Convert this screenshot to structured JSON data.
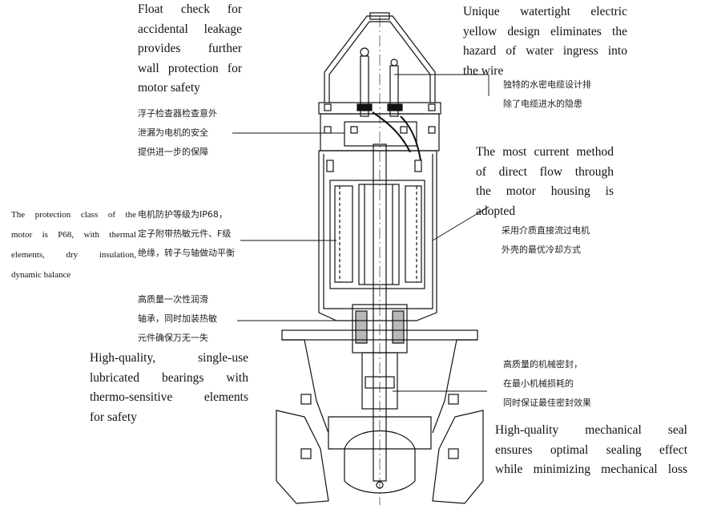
{
  "annotations": {
    "float_check": {
      "en": [
        "Float check for",
        "accidental leakage",
        "provides further",
        "wall protection for",
        "motor safety"
      ],
      "zh": [
        "浮子检查器检查意外",
        "泄漏为电机的安全",
        "提供进一步的保障"
      ]
    },
    "watertight_cable": {
      "en": [
        "Unique watertight electric",
        "yellow design eliminates the",
        "hazard of water ingress into",
        "the wire"
      ],
      "zh": [
        "独特的水密电缆设计排",
        "除了电缆进水的隐患"
      ]
    },
    "protection_class": {
      "en": [
        "The protection class of the",
        "motor is P68, with thermal",
        "elements, dry insulation,",
        "dynamic balance"
      ],
      "zh": [
        "电机防护等级为IP68，",
        "定子附带热敏元件、F级",
        "绝缘，转子与轴做动平衡"
      ]
    },
    "direct_flow": {
      "en": [
        "The most current method",
        "of direct flow through",
        "the motor housing is",
        "adopted"
      ],
      "zh": [
        "采用介质直接流过电机",
        "外壳的最优冷却方式"
      ]
    },
    "bearings": {
      "en": [
        "High-quality, single-use",
        "lubricated bearings with",
        "thermo-sensitive elements",
        "for safety"
      ],
      "zh": [
        "高质量一次性润滑",
        "轴承，同时加装热敏",
        "元件确保万无一失"
      ]
    },
    "mechanical_seal": {
      "en": [
        "High-quality mechanical seal",
        "ensures optimal sealing effect",
        "while minimizing mechanical loss"
      ],
      "zh": [
        "高质量的机械密封，",
        "在最小机械损耗的",
        "同时保证最佳密封效果"
      ]
    }
  }
}
